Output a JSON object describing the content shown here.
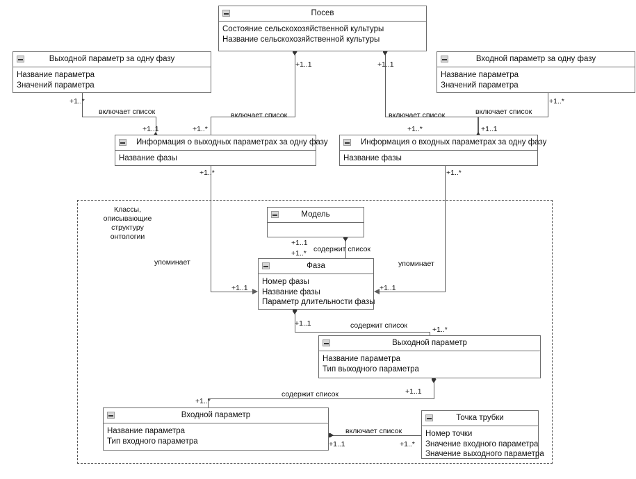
{
  "diagram": {
    "kind": "uml-class-diagram",
    "group_frame": {
      "note_lines": [
        "Классы,",
        "описывающие",
        "структуру",
        "онтологии"
      ],
      "note_text": "Классы, описывающие структуру онтологии"
    },
    "icon": "collapse-icon"
  },
  "classes": [
    {
      "id": "posev",
      "name": "Посев",
      "attributes": [
        "Состояние сельскохозяйственной культуры",
        "Название сельскохозяйственной культуры"
      ]
    },
    {
      "id": "out-param-phase",
      "name": "Выходной параметр за одну фазу",
      "attributes": [
        "Название параметра",
        "Значений параметра"
      ]
    },
    {
      "id": "in-param-phase",
      "name": "Входной параметр за одну фазу",
      "attributes": [
        "Название параметра",
        "Значений параметра"
      ]
    },
    {
      "id": "info-out",
      "name": "Информация о выходных параметрах за одну фазу",
      "attributes": [
        "Название фазы"
      ]
    },
    {
      "id": "info-in",
      "name": "Информация о входных параметрах за одну фазу",
      "attributes": [
        "Название фазы"
      ]
    },
    {
      "id": "model",
      "name": "Модель",
      "attributes": []
    },
    {
      "id": "faza",
      "name": "Фаза",
      "attributes": [
        "Номер фазы",
        "Название фазы",
        "Параметр длительности фазы"
      ]
    },
    {
      "id": "out-param",
      "name": "Выходной параметр",
      "attributes": [
        "Название параметра",
        "Тип выходного параметра"
      ]
    },
    {
      "id": "in-param",
      "name": "Входной параметр",
      "attributes": [
        "Название параметра",
        "Тип входного параметра"
      ]
    },
    {
      "id": "tube-point",
      "name": "Точка трубки",
      "attributes": [
        "Номер точки",
        "Значение входного параметра",
        "Значение выходного параметра"
      ]
    }
  ],
  "relations": [
    {
      "id": "r1",
      "label": "включает список",
      "from_mult": "+1..1",
      "to_mult": "+1..*",
      "from": "posev",
      "to": "info-out"
    },
    {
      "id": "r2",
      "label": "включает список",
      "from_mult": "+1..1",
      "to_mult": "+1..*",
      "from": "posev",
      "to": "info-in"
    },
    {
      "id": "r3",
      "label": "включает список",
      "from_mult": "+1..*",
      "to_mult": "+1..1",
      "from": "out-param-phase",
      "to": "info-out"
    },
    {
      "id": "r4",
      "label": "включает список",
      "from_mult": "+1..*",
      "to_mult": "+1..1",
      "from": "in-param-phase",
      "to": "info-in"
    },
    {
      "id": "r5",
      "label": "упоминает",
      "from_mult": "+1..*",
      "to_mult": "+1..1",
      "from": "info-out",
      "to": "faza"
    },
    {
      "id": "r6",
      "label": "упоминает",
      "from_mult": "+1..*",
      "to_mult": "+1..1",
      "from": "info-in",
      "to": "faza"
    },
    {
      "id": "r7",
      "label": "содержит список",
      "from_mult": "+1..1",
      "to_mult": "+1..*",
      "from": "model",
      "to": "faza"
    },
    {
      "id": "r8",
      "label": "содержит список",
      "from_mult": "+1..1",
      "to_mult": "+1..*",
      "from": "faza",
      "to": "out-param"
    },
    {
      "id": "r9",
      "label": "содержит список",
      "from_mult": "+1..1",
      "to_mult": "+1..*",
      "from": "out-param",
      "to": "in-param"
    },
    {
      "id": "r10",
      "label": "включает список",
      "from_mult": "+1..1",
      "to_mult": "+1..*",
      "from": "in-param",
      "to": "tube-point"
    }
  ],
  "multiplicities": {
    "m_posev_out": "+1..1",
    "m_posev_in": "+1..1",
    "m_outphase": "+1..*",
    "m_inphase": "+1..*",
    "m_infoout_left": "+1..1",
    "m_infoout_right": "+1..*",
    "m_infoin_left": "+1..*",
    "m_infoin_right": "+1..1",
    "m_infoout_down": "+1..*",
    "m_infoin_down": "+1..*",
    "m_model_down": "+1..1",
    "m_faza_up": "+1..*",
    "m_faza_left": "+1..1",
    "m_faza_right": "+1..1",
    "m_faza_down": "+1..1",
    "m_outparam_up": "+1..*",
    "m_outparam_down": "+1..1",
    "m_inparam_up": "+1..*",
    "m_inparam_right": "+1..1",
    "m_tube_left": "+1..*"
  },
  "labels": {
    "vkl": "включает список",
    "sod": "содержит список",
    "upom": "упоминает"
  },
  "colors": {
    "box_border": "#6b6b6b",
    "line": "#5c5c5c",
    "frame_border": "#555555",
    "text": "#111111",
    "background": "#ffffff"
  }
}
